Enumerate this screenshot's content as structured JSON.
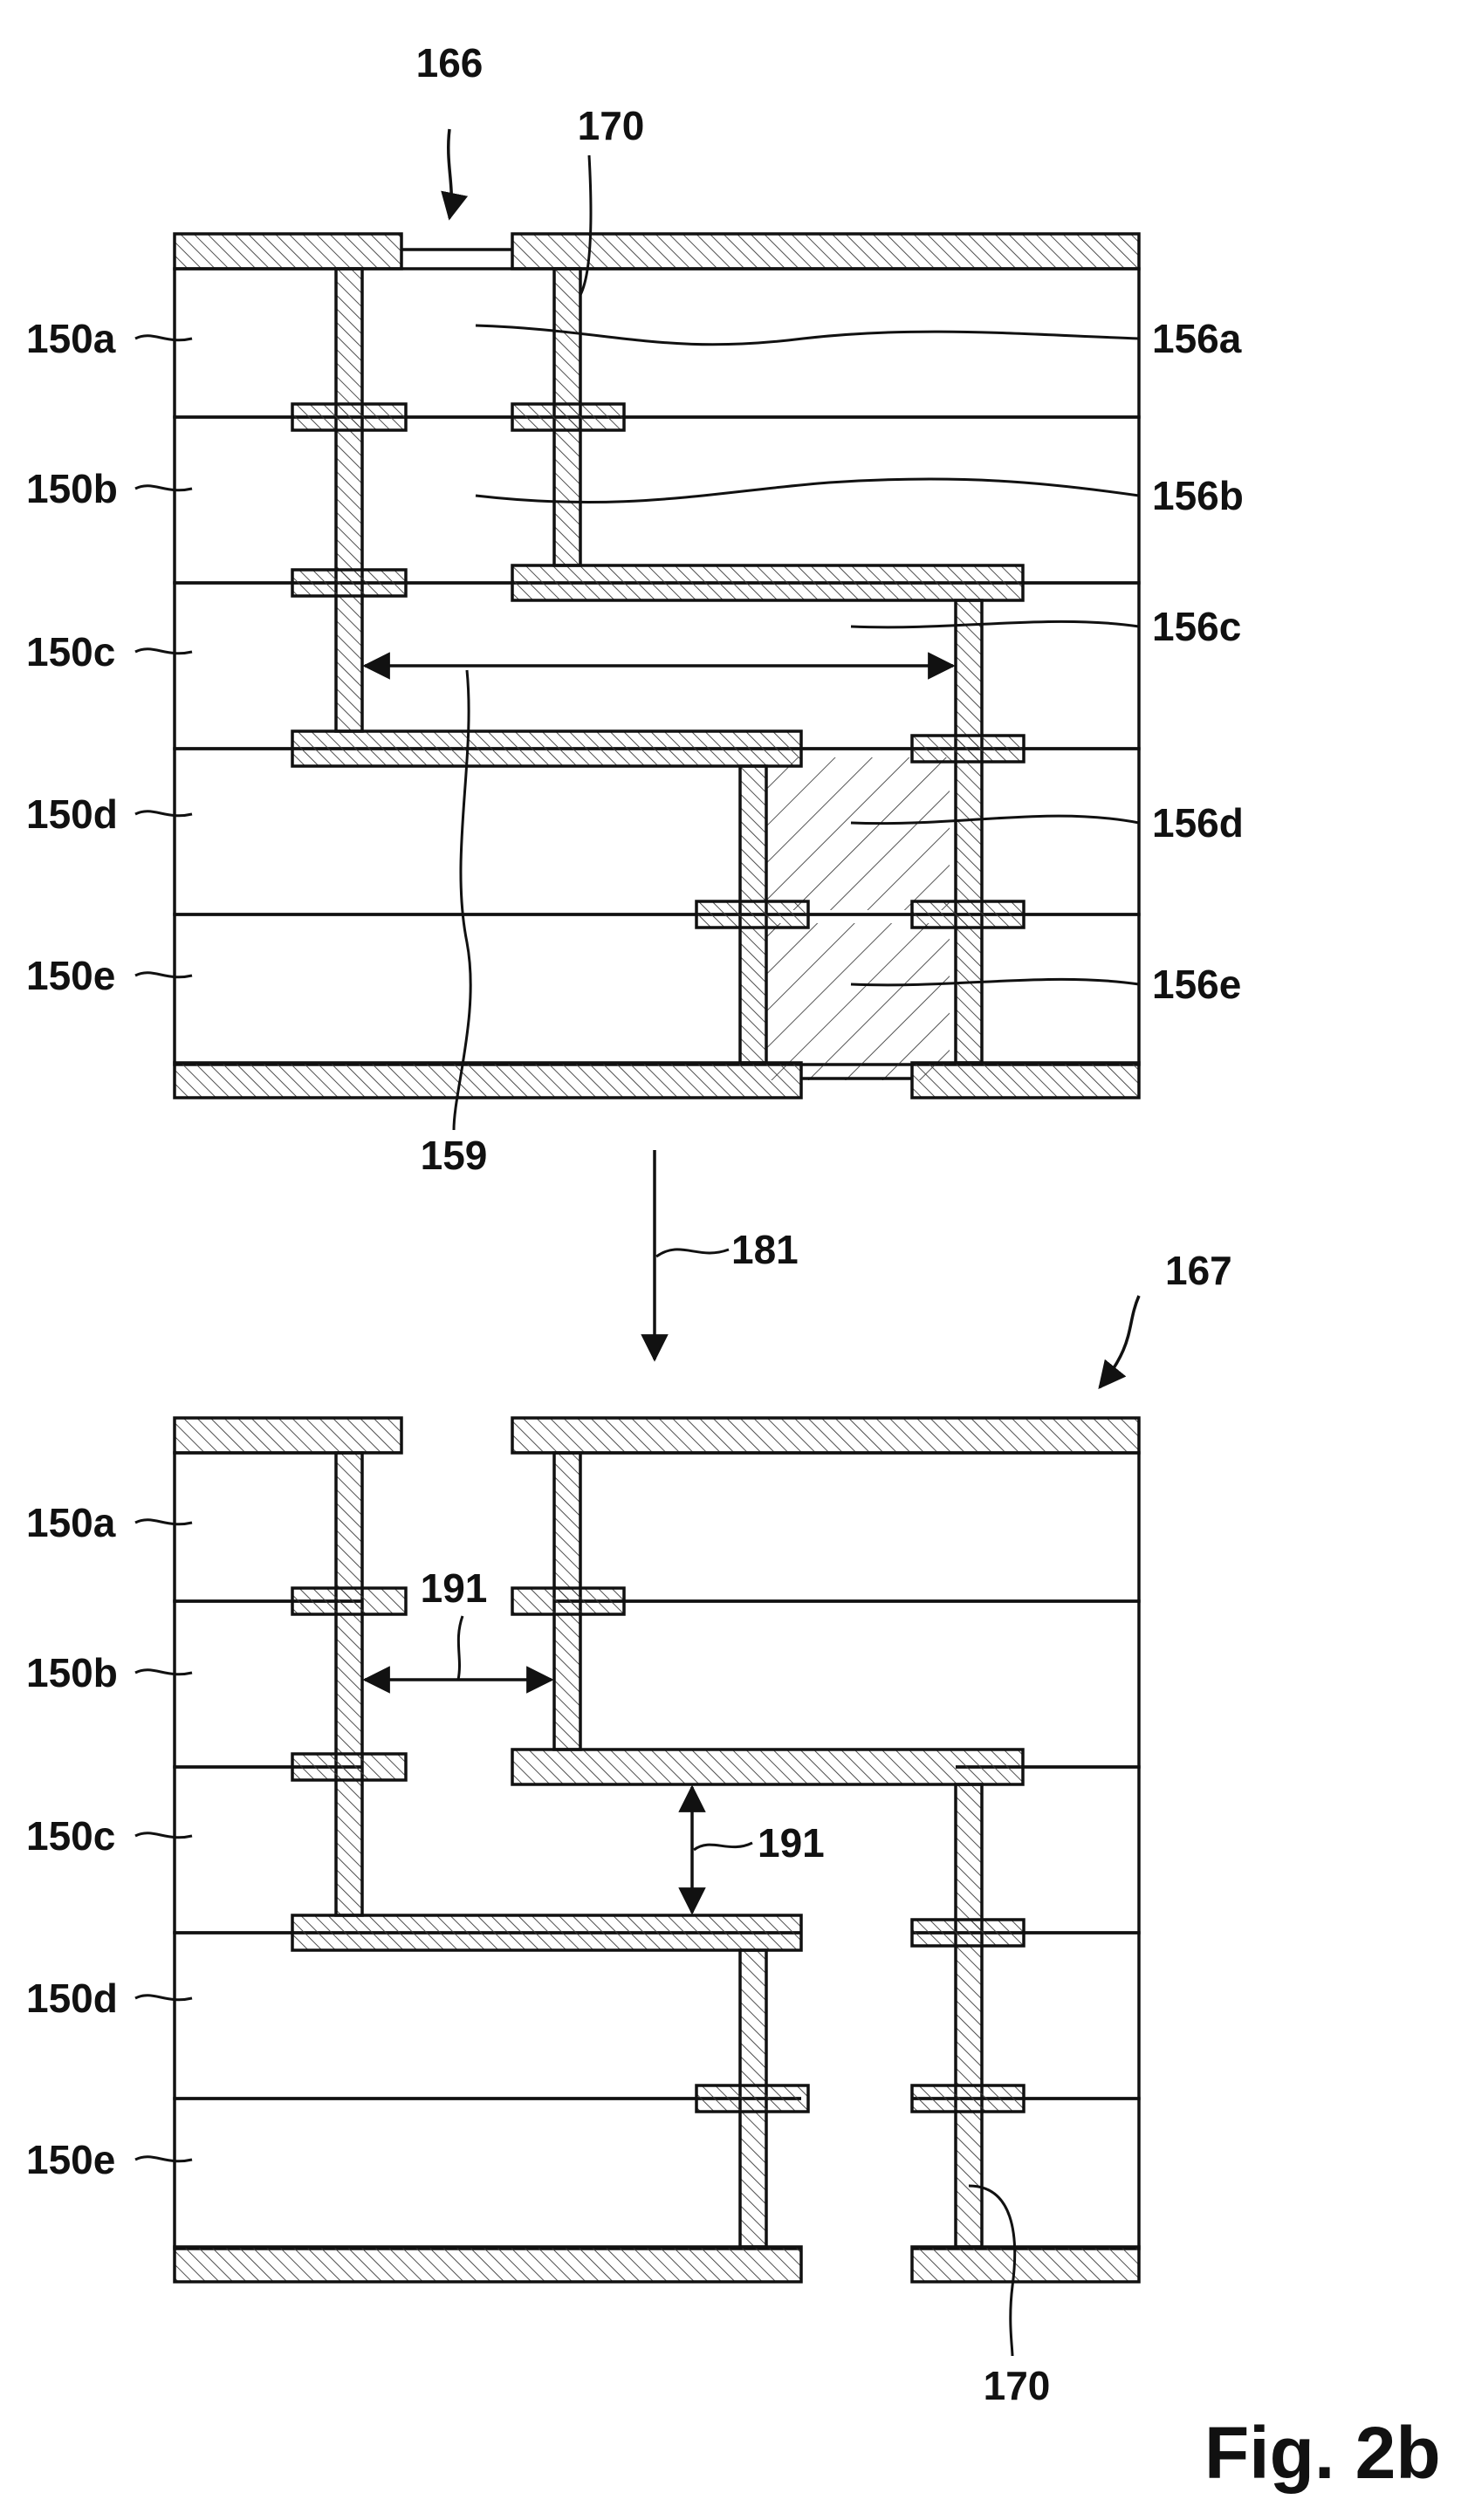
{
  "figure_label": "Fig. 2b",
  "top_view": {
    "reference": "166",
    "layers": [
      "150a",
      "150b",
      "150c",
      "150d",
      "150e"
    ],
    "channel_labels": [
      "156a",
      "156b",
      "156c",
      "156d",
      "156e"
    ],
    "conductor_label": "170",
    "width_label": "159"
  },
  "transition": {
    "label": "181"
  },
  "bottom_view": {
    "reference": "167",
    "layers": [
      "150a",
      "150b",
      "150c",
      "150d",
      "150e"
    ],
    "gap_labels": [
      "191",
      "191"
    ],
    "conductor_label": "170"
  },
  "colors": {
    "line": "#111111",
    "hatch_layer": "#2a2a2a",
    "hatch_metal": "#3a3a3a",
    "background": "#ffffff"
  }
}
